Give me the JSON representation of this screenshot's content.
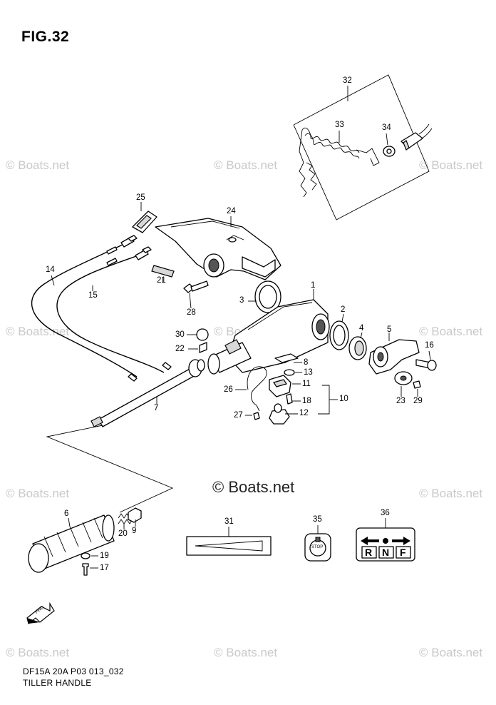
{
  "figure": {
    "title": "FIG.32",
    "code": "DF15A 20A P03 013_032",
    "name": "TILLER HANDLE"
  },
  "watermark": {
    "text": "© Boats.net",
    "center_text": "© Boats.net",
    "color": "#c9c9c9"
  },
  "icons": {
    "fwd_arrow": "FWD",
    "stop_label": "STOP",
    "shift_letters": [
      "R",
      "N",
      "F"
    ]
  },
  "callouts": {
    "c1": "1",
    "c2": "2",
    "c3": "3",
    "c4": "4",
    "c5": "5",
    "c6": "6",
    "c7": "7",
    "c8": "8",
    "c9": "9",
    "c10": "10",
    "c11": "11",
    "c12": "12",
    "c13": "13",
    "c14": "14",
    "c15": "15",
    "c16": "16",
    "c17": "17",
    "c18": "18",
    "c19": "19",
    "c20": "20",
    "c21": "21",
    "c22": "22",
    "c23": "23",
    "c24": "24",
    "c25": "25",
    "c26": "26",
    "c27": "27",
    "c28": "28",
    "c29": "29",
    "c30": "30",
    "c31": "31",
    "c32": "32",
    "c33": "33",
    "c34": "34",
    "c35": "35",
    "c36": "36"
  }
}
